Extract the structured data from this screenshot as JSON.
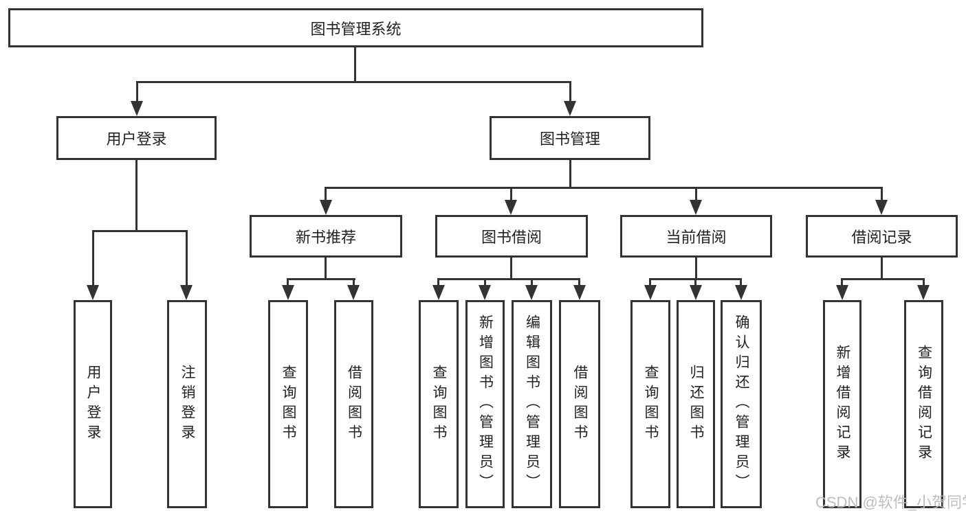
{
  "diagram": {
    "root": {
      "label": "图书管理系统"
    },
    "level2": [
      {
        "label": "用户登录"
      },
      {
        "label": "图书管理"
      }
    ],
    "level3": [
      {
        "label": "新书推荐"
      },
      {
        "label": "图书借阅"
      },
      {
        "label": "当前借阅"
      },
      {
        "label": "借阅记录"
      }
    ],
    "leaves": {
      "user_login": [
        "用户登录",
        "注销登录"
      ],
      "new_book": [
        "查询图书",
        "借阅图书"
      ],
      "book_borrow": [
        "查询图书",
        "新增图书（管理员）",
        "编辑图书（管理员）",
        "借阅图书"
      ],
      "current_borrow": [
        "查询图书",
        "归还图书",
        "确认归还（管理员）"
      ],
      "borrow_records": [
        "新增借阅记录",
        "查询借阅记录"
      ]
    },
    "watermark": "CSDN @软件_小贺同学",
    "colors": {
      "line": "#333333",
      "text": "#222222",
      "watermark": "#b9b9b9",
      "background": "#ffffff"
    }
  }
}
